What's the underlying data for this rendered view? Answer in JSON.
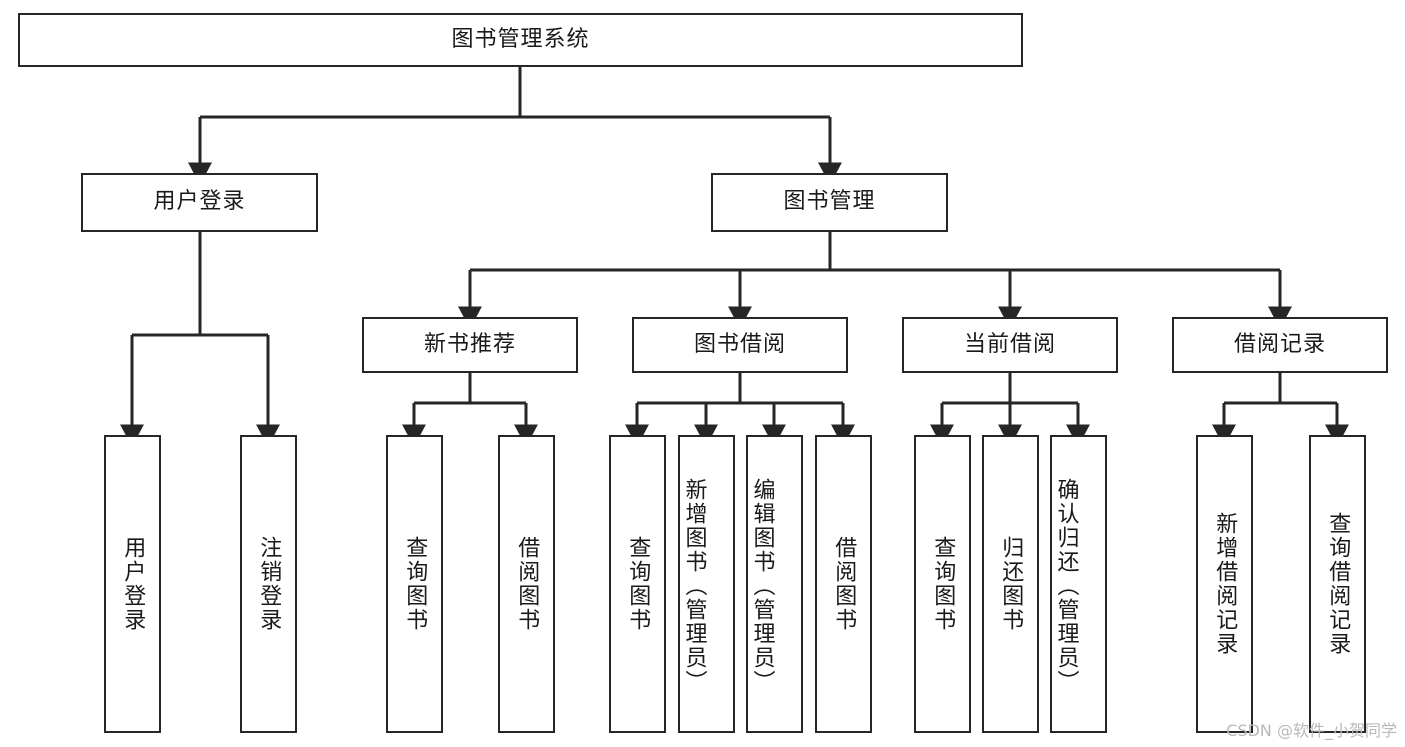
{
  "diagram": {
    "title": "图书管理系统",
    "type": "hierarchy-tree",
    "watermark": "CSDN @软件_小贺同学",
    "colors": {
      "box_border": "#262626",
      "box_fill": "#ffffff",
      "connector": "#262626",
      "text": "#1a1a1a",
      "watermark": "#b9b9b9",
      "background": "#ffffff"
    },
    "root": {
      "label": "图书管理系统"
    },
    "level2": [
      {
        "label": "用户登录"
      },
      {
        "label": "图书管理"
      }
    ],
    "level3": [
      {
        "label": "新书推荐"
      },
      {
        "label": "图书借阅"
      },
      {
        "label": "当前借阅"
      },
      {
        "label": "借阅记录"
      }
    ],
    "leaves_user_login": [
      {
        "label": "用户登录"
      },
      {
        "label": "注销登录"
      }
    ],
    "leaves_new_book": [
      {
        "label": "查询图书"
      },
      {
        "label": "借阅图书"
      }
    ],
    "leaves_borrow": [
      {
        "label": "查询图书"
      },
      {
        "label": "新增图书（管理员）"
      },
      {
        "label": "编辑图书（管理员）"
      },
      {
        "label": "借阅图书"
      }
    ],
    "leaves_current": [
      {
        "label": "查询图书"
      },
      {
        "label": "归还图书"
      },
      {
        "label": "确认归还（管理员）"
      }
    ],
    "leaves_records": [
      {
        "label": "新增借阅记录"
      },
      {
        "label": "查询借阅记录"
      }
    ]
  }
}
